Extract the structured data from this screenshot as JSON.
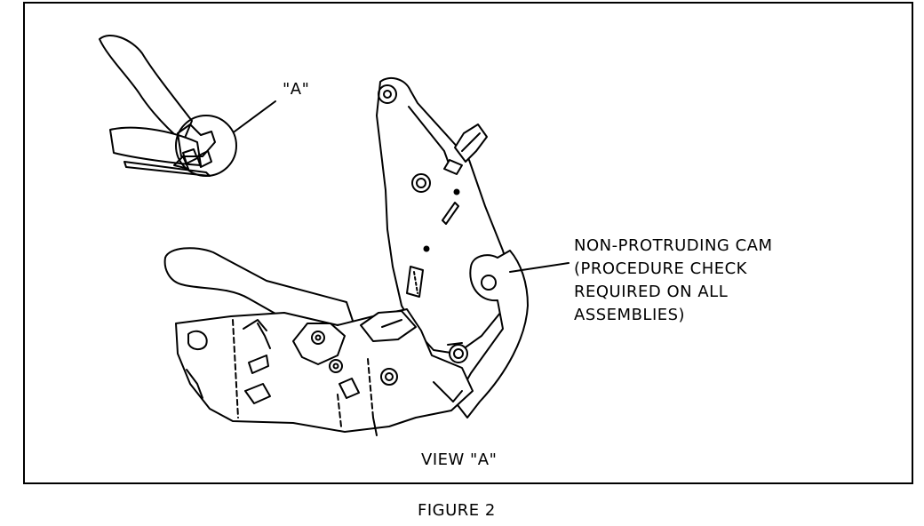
{
  "diagram": {
    "detail_callout": "\"A\"",
    "part_callout_lines": [
      "NON-PROTRUDING CAM",
      "(PROCEDURE CHECK",
      "REQUIRED ON ALL",
      "ASSEMBLIES)"
    ],
    "view_label": "VIEW \"A\"",
    "figure_caption": "FIGURE 2"
  },
  "colors": {
    "ink": "#000000",
    "paper": "#ffffff"
  }
}
